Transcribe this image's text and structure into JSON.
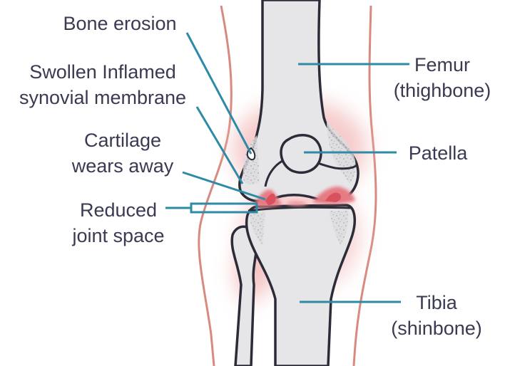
{
  "labels": {
    "bone_erosion": "Bone erosion",
    "synovial_line1": "Swollen Inflamed",
    "synovial_line2": "synovial membrane",
    "cartilage_line1": "Cartilage",
    "cartilage_line2": "wears away",
    "joint_space_line1": "Reduced",
    "joint_space_line2": "joint space",
    "femur_line1": "Femur",
    "femur_line2": "(thighbone)",
    "patella": "Patella",
    "tibia_line1": "Tibia",
    "tibia_line2": "(shinbone)"
  },
  "colors": {
    "bone_fill": "#e6e6e8",
    "bone_outline": "#2c2c38",
    "leader_line": "#2e8ba6",
    "label_text": "#3a3a52",
    "skin_outline": "#d98a80",
    "inflammation_glow": "#f2b6b6",
    "cartilage_damage": "#e06a74"
  }
}
